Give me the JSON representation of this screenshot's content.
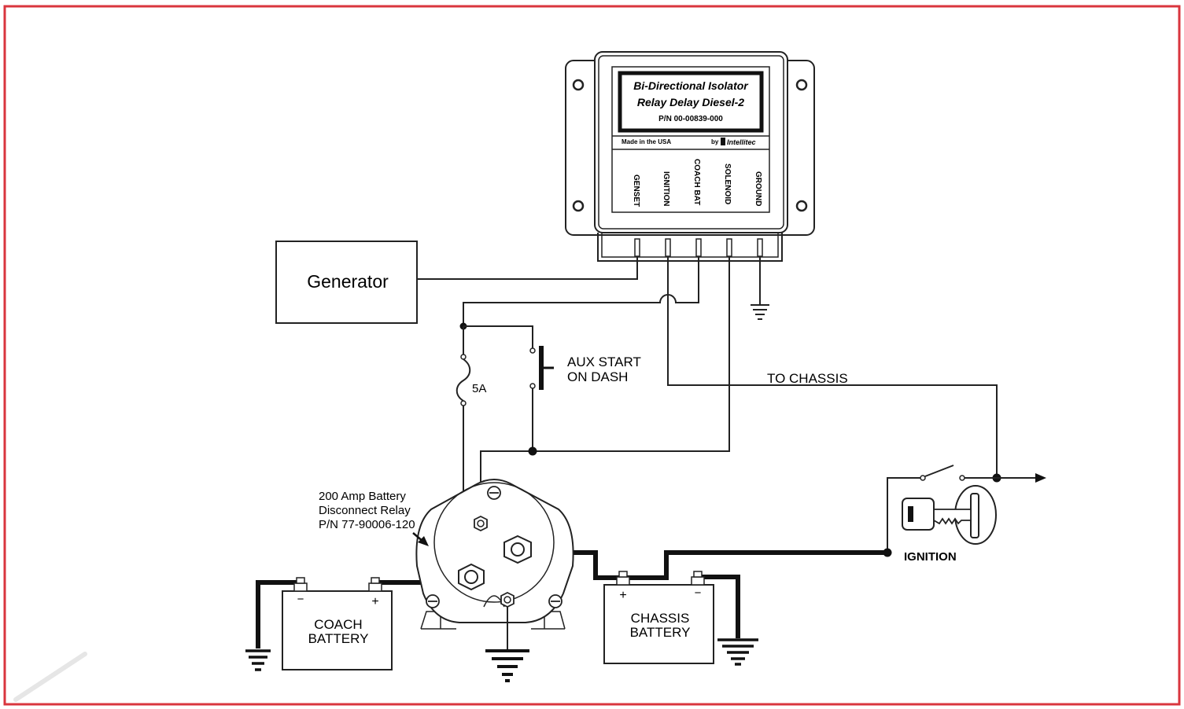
{
  "colors": {
    "frame": "#d9363e",
    "ink": "#222222"
  },
  "isolator": {
    "title_line1": "Bi-Directional Isolator",
    "title_line2": "Relay Delay Diesel-2",
    "part_number": "P/N 00-00839-000",
    "made_in": "Made in the USA",
    "by": "by",
    "brand": "Intellitec",
    "terminals": [
      "GENSET",
      "IGNITION",
      "COACH BAT",
      "SOLENOID",
      "GROUND"
    ]
  },
  "generator": {
    "label": "Generator"
  },
  "fuse": {
    "label": "5A"
  },
  "aux_switch": {
    "line1": "AUX START",
    "line2": "ON DASH"
  },
  "to_chassis": {
    "label": "TO CHASSIS"
  },
  "relay": {
    "line1": "200 Amp Battery",
    "line2": "Disconnect Relay",
    "line3": "P/N 77-90006-120"
  },
  "coach_battery": {
    "line1": "COACH",
    "line2": "BATTERY",
    "neg": "−",
    "pos": "+"
  },
  "chassis_battery": {
    "line1": "CHASSIS",
    "line2": "BATTERY",
    "neg": "−",
    "pos": "+"
  },
  "ignition": {
    "label": "IGNITION",
    "icon": "ignition-key-icon"
  }
}
